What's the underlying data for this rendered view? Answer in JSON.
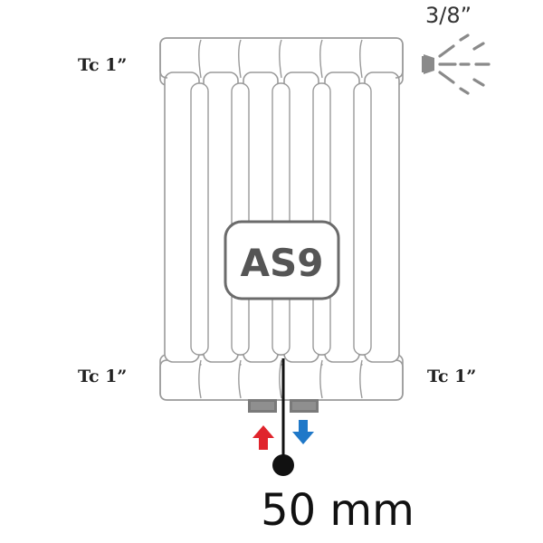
{
  "labels": {
    "top_left": "Tc 1”",
    "bottom_left": "Tc 1”",
    "bottom_right": "Tc 1”",
    "vent_size": "3/8”",
    "model_badge": "AS9",
    "pipe_spacing": "50 mm"
  },
  "icons": {
    "vent": "air-vent-spray-icon",
    "inlet": "red-up-arrow-icon",
    "outlet": "blue-down-arrow-icon"
  },
  "colors": {
    "outline": "#9a9a9a",
    "badge_border": "#6b6b6b",
    "badge_text": "#555555",
    "inlet_arrow": "#e0242c",
    "outlet_arrow": "#1f78c8",
    "connector": "#7a7a7a",
    "lead_line": "#111111"
  }
}
